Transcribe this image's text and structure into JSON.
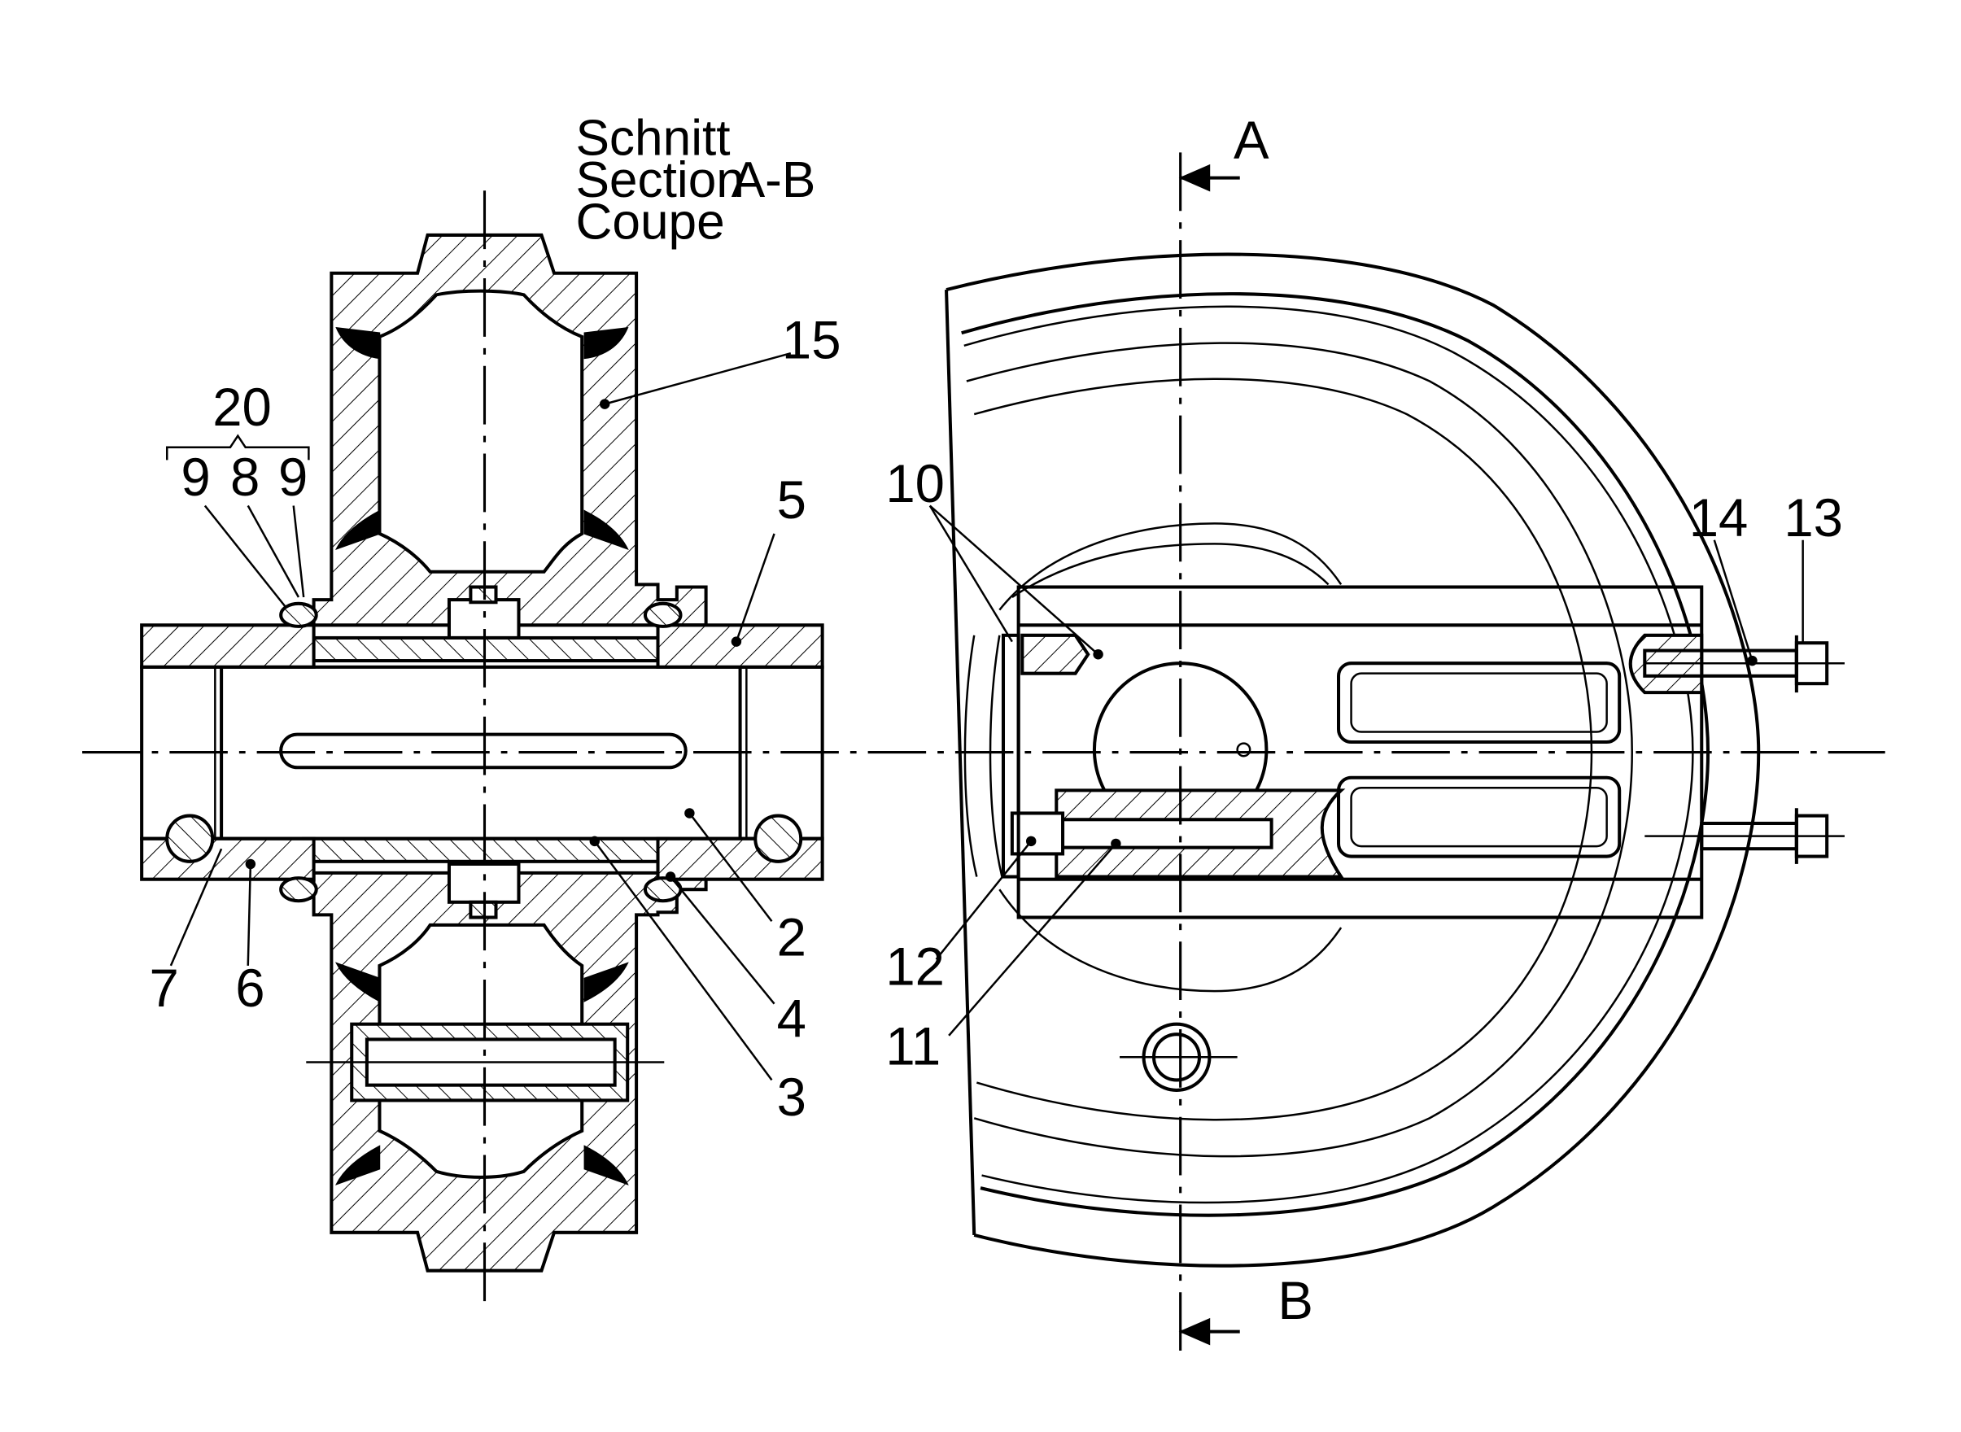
{
  "section_title": {
    "line1": "Schnitt",
    "line2": "Section",
    "line3": "Coupe",
    "section_id": "A-B"
  },
  "section_markers": {
    "top": "A",
    "bottom": "B"
  },
  "parts": {
    "p2": "2",
    "p3": "3",
    "p4": "4",
    "p5": "5",
    "p6": "6",
    "p7": "7",
    "p8": "8",
    "p9a": "9",
    "p9b": "9",
    "p10": "10",
    "p11": "11",
    "p12": "12",
    "p13": "13",
    "p14": "14",
    "p15": "15",
    "p20": "20"
  }
}
